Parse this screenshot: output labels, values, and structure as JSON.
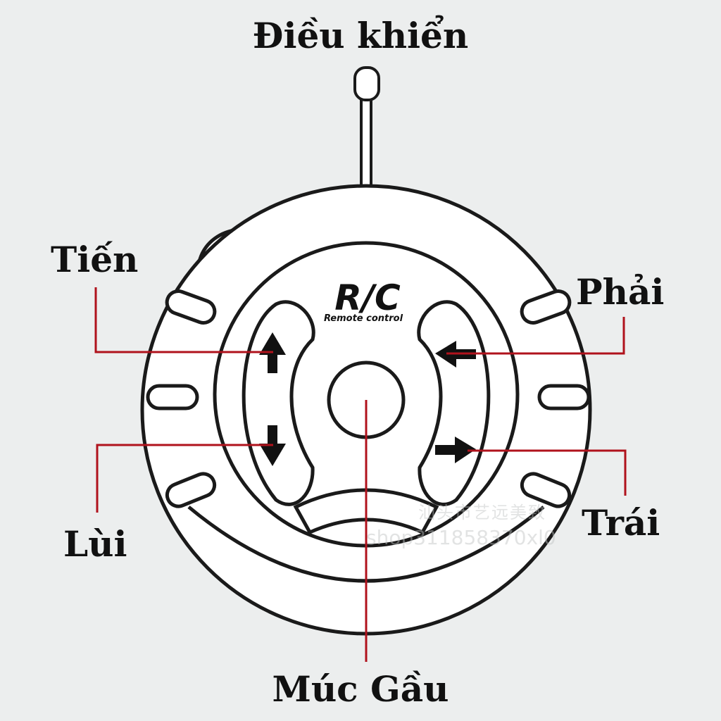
{
  "title": "Điều khiển",
  "labels": {
    "forward": "Tiến",
    "backward": "Lùi",
    "right": "Phải",
    "left": "Trái",
    "scoop": "Múc Gầu"
  },
  "logo": {
    "brand": "R/C",
    "tagline": "Remote control"
  },
  "watermark": {
    "line1": "汕头市艺远美致",
    "line2": "shop311858370xl0"
  },
  "colors": {
    "leader_line": "#b0121c",
    "outline": "#1a1a1a",
    "body_fill": "#ffffff",
    "background": "#eceeee"
  },
  "icons": [
    "arrow-up-icon",
    "arrow-down-icon",
    "arrow-left-icon",
    "arrow-right-icon"
  ]
}
